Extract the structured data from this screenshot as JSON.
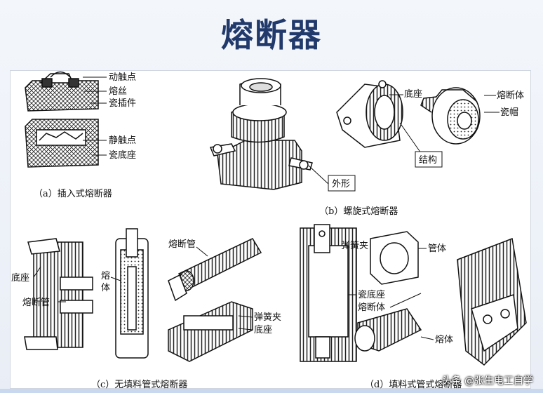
{
  "title": "熔断器",
  "panel_a": {
    "labels": [
      "动触点",
      "熔丝",
      "瓷插件",
      "静触点",
      "瓷底座"
    ],
    "caption": "（a）插入式熔断器"
  },
  "panel_b": {
    "labels": [
      "底座",
      "熔断体",
      "瓷帽",
      "结构",
      "外形"
    ],
    "caption": "（b）螺旋式熔断器"
  },
  "panel_c": {
    "labels": [
      "底座",
      "熔断管",
      "熔",
      "体",
      "熔断管",
      "弹簧夹",
      "底座"
    ],
    "caption": "（c）无填料管式熔断器"
  },
  "panel_d": {
    "labels": [
      "弹簧夹",
      "管体",
      "瓷底座",
      "熔断体",
      "熔体"
    ],
    "caption": "（d）填料式管式熔断器"
  },
  "watermark": "头条 @张生电工自学"
}
